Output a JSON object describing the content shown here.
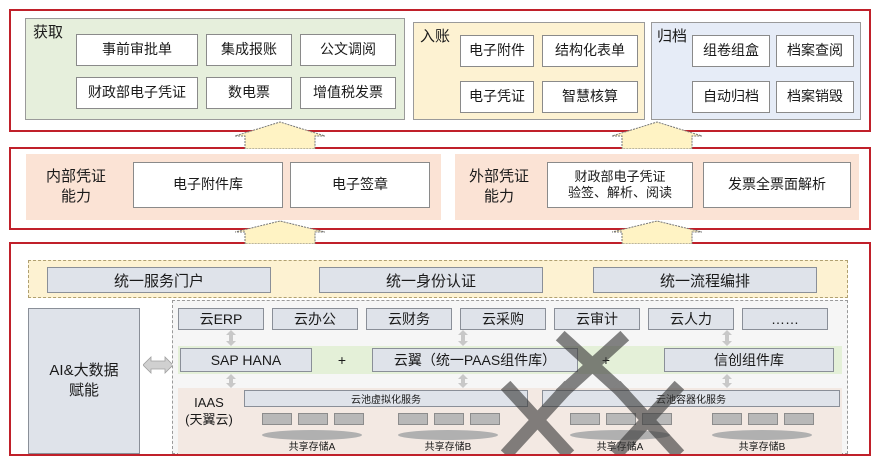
{
  "top": {
    "acquire": {
      "title": "获取",
      "items": [
        "事前审批单",
        "集成报账",
        "公文调阅",
        "财政部电子凭证",
        "数电票",
        "增值税发票"
      ]
    },
    "entry": {
      "title": "入账",
      "items": [
        "电子附件",
        "结构化表单",
        "电子凭证",
        "智慧核算"
      ]
    },
    "archive": {
      "title": "归档",
      "items": [
        "组卷组盒",
        "档案查阅",
        "自动归档",
        "档案销毁"
      ]
    }
  },
  "middle": {
    "internal": {
      "title": "内部凭证\n能力",
      "items": [
        "电子附件库",
        "电子签章"
      ]
    },
    "external": {
      "title": "外部凭证\n能力",
      "items": [
        "财政部电子凭证\n验签、解析、阅读",
        "发票全票面解析"
      ]
    }
  },
  "bottom": {
    "bar_items": [
      "统一服务门户",
      "统一身份认证",
      "统一流程编排"
    ],
    "ai_label": "AI&大数据\n赋能",
    "cloud_items": [
      "云ERP",
      "云办公",
      "云财务",
      "云采购",
      "云审计",
      "云人力",
      "……"
    ],
    "platform": {
      "sap": "SAP HANA",
      "plus": "+",
      "yunyi": "云翼（统一PAAS组件库）",
      "xinchuang": "信创组件库"
    },
    "iaas": {
      "label": "IAAS\n(天翼云)",
      "virt": "云池虚拟化服务",
      "container": "云池容器化服务",
      "storage": [
        "共享存储A",
        "共享存储B",
        "共享存储A",
        "共享存储B"
      ]
    }
  },
  "colors": {
    "frame": "#c0202a",
    "acquire_bg": "#e6efdc",
    "entry_bg": "#fdf2d2",
    "archive_bg": "#e6ecf7",
    "capability_bg": "#fbe3d5",
    "bar_bg": "#fdf2d2",
    "grey_box": "#dfe3ea",
    "arrow": "#fff3c4"
  }
}
